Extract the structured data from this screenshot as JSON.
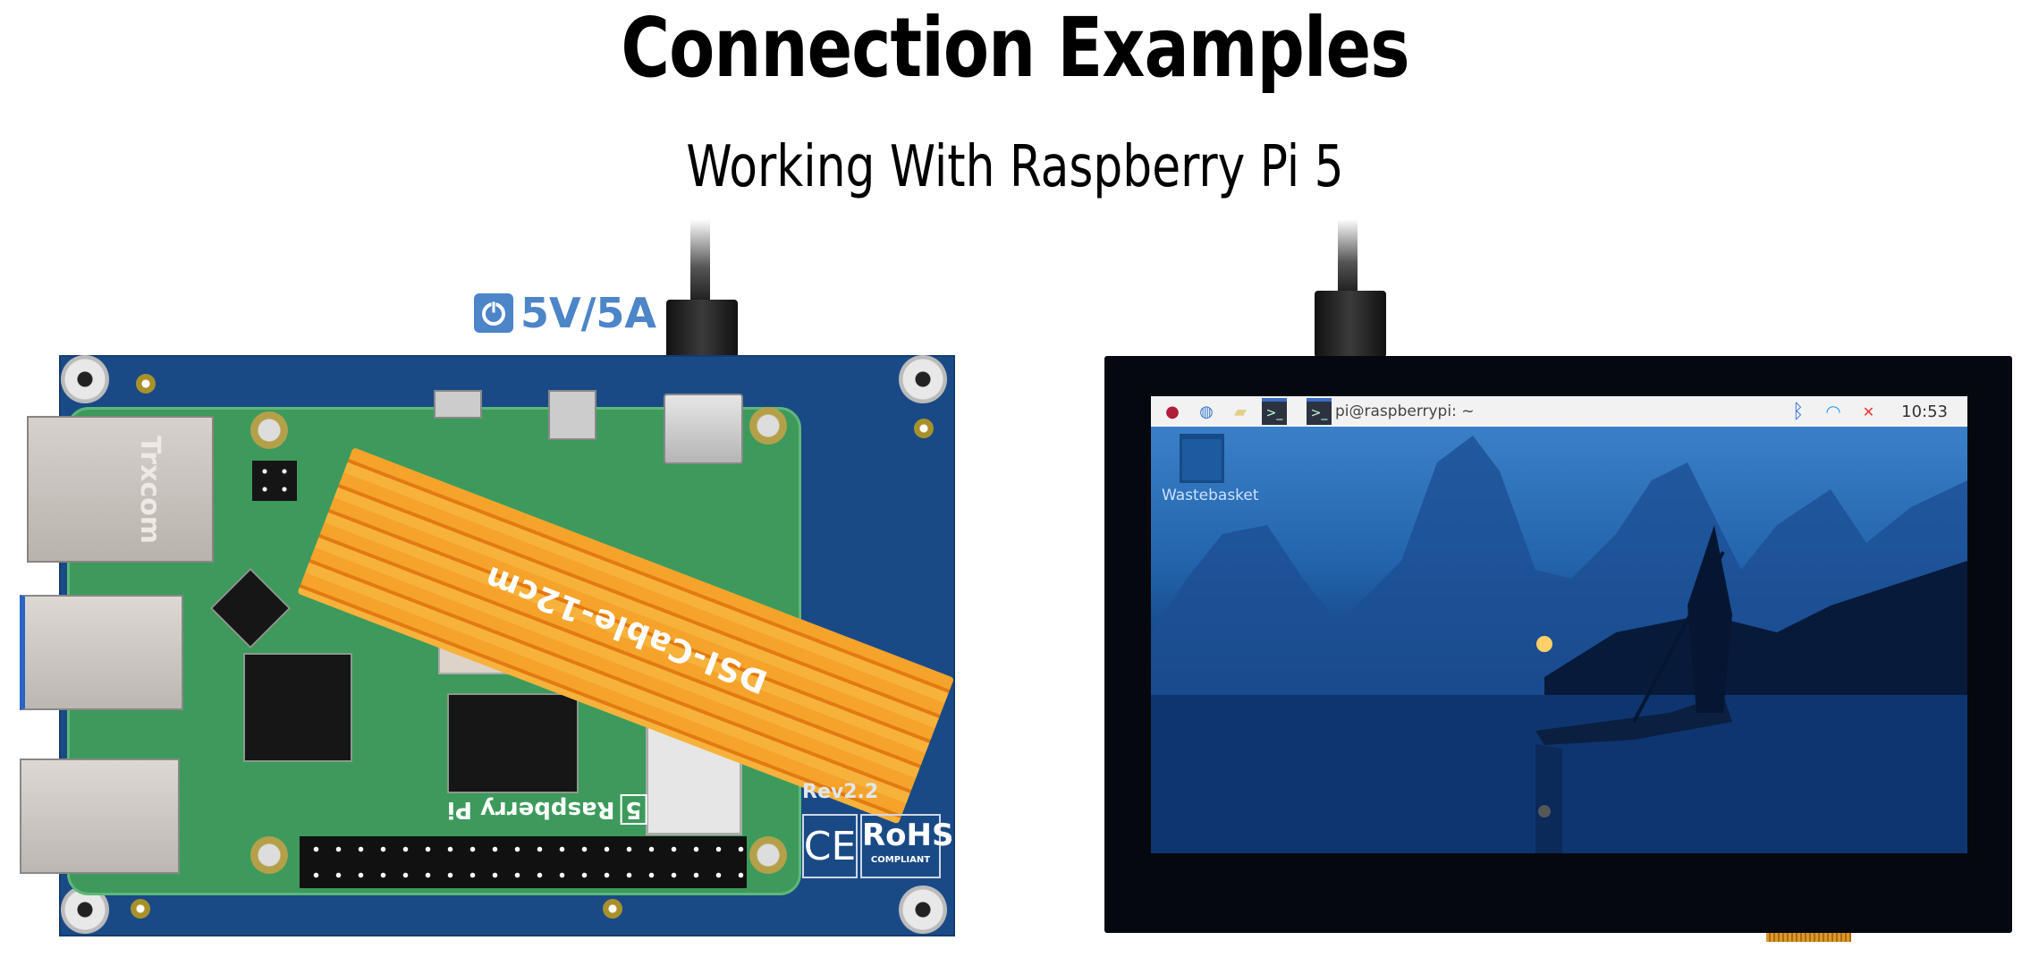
{
  "header": {
    "title": "Connection Examples",
    "subtitle": "Working With Raspberry Pi 5"
  },
  "left_panel": {
    "power_label": "5V/5A",
    "power_icon": "power-icon",
    "ribbon_label": "DSI-Cable-12cm",
    "board_revision": "Rev2.2",
    "ethernet_brand": "Trxcom",
    "pi_label": "Raspberry Pi",
    "pi_model": "5",
    "certifications": {
      "ce": "CE",
      "rohs": "RoHS",
      "rohs_sub": "COMPLIANT"
    }
  },
  "right_panel": {
    "taskbar": {
      "window_title": "pi@raspberrypi: ~",
      "clock": "10:53",
      "icons": [
        "raspberry-menu-icon",
        "browser-icon",
        "folder-icon",
        "terminal-icon"
      ],
      "tray_icons": [
        "bluetooth-icon",
        "wifi-icon",
        "volume-muted-icon"
      ]
    },
    "desktop_icons": [
      {
        "label": "Wastebasket",
        "icon": "trash-icon"
      }
    ]
  },
  "colors": {
    "accent_blue": "#4c85c8",
    "board_blue": "#1a4a86",
    "pcb_green": "#3d9a5c",
    "ribbon_orange": "#f5a32a"
  }
}
